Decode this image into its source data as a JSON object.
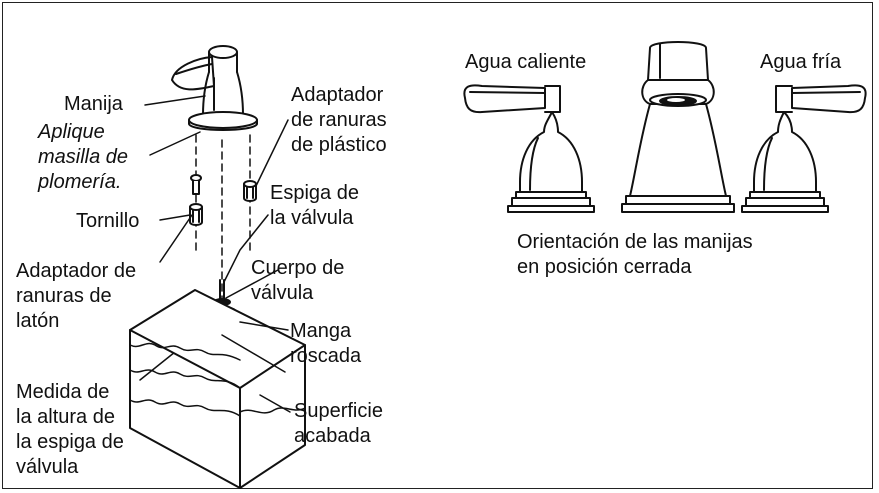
{
  "labels": {
    "manija": "Manija",
    "aplique_1": "Aplique",
    "aplique_2": "masilla de",
    "aplique_3": "plomería.",
    "adaptador_plastico_1": "Adaptador",
    "adaptador_plastico_2": "de ranuras",
    "adaptador_plastico_3": "de plástico",
    "tornillo": "Tornillo",
    "espiga_1": "Espiga de",
    "espiga_2": "la válvula",
    "adaptador_laton_1": "Adaptador de",
    "adaptador_laton_2": "ranuras de",
    "adaptador_laton_3": "latón",
    "cuerpo_1": "Cuerpo de",
    "cuerpo_2": "válvula",
    "manga_1": "Manga",
    "manga_2": "roscada",
    "medida_1": "Medida de",
    "medida_2": "la altura de",
    "medida_3": "la espiga de",
    "medida_4": "válvula",
    "superficie_1": "Superficie",
    "superficie_2": "acabada",
    "agua_caliente": "Agua caliente",
    "agua_fria": "Agua fría",
    "orientacion_1": "Orientación de las manijas",
    "orientacion_2": "en posición cerrada"
  },
  "colors": {
    "ink": "#111111",
    "gray_fill": "#d9d9d9"
  }
}
